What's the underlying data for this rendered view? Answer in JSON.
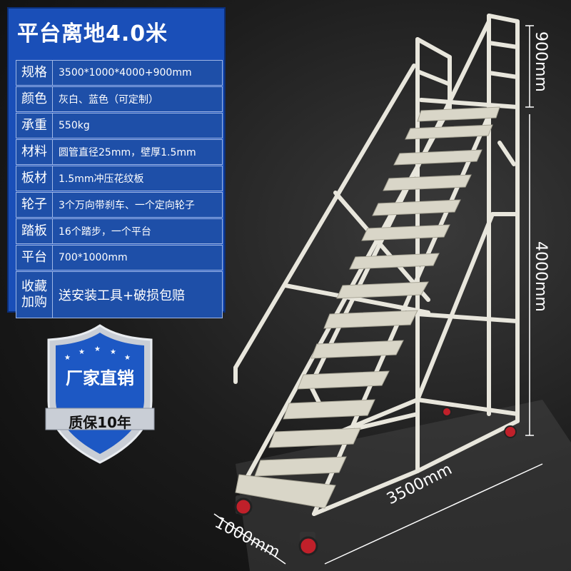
{
  "title": "平台离地4.0米",
  "specs": [
    {
      "key": "规格",
      "value": "3500*1000*4000+900mm"
    },
    {
      "key": "颜色",
      "value": "灰白、蓝色（可定制）"
    },
    {
      "key": "承重",
      "value": "550kg"
    },
    {
      "key": "材料",
      "value": "圆管直径25mm，壁厚1.5mm"
    },
    {
      "key": "板材",
      "value": "1.5mm冲压花纹板"
    },
    {
      "key": "轮子",
      "value": "3个万向带刹车、一个定向轮子"
    },
    {
      "key": "踏板",
      "value": "16个踏步，一个平台"
    },
    {
      "key": "平台",
      "value": "700*1000mm"
    },
    {
      "key": "收藏\n加购",
      "value": "送安装工具+破损包赔"
    }
  ],
  "badge": {
    "line1": "厂家直销",
    "line2": "质保10年"
  },
  "dimensions": {
    "guardrail": "900mm",
    "height": "4000mm",
    "length": "3500mm",
    "width": "1000mm"
  },
  "colors": {
    "panel": "#1a4fb8",
    "ladder": "#e8e6dc",
    "wheel": "#c0202a"
  }
}
